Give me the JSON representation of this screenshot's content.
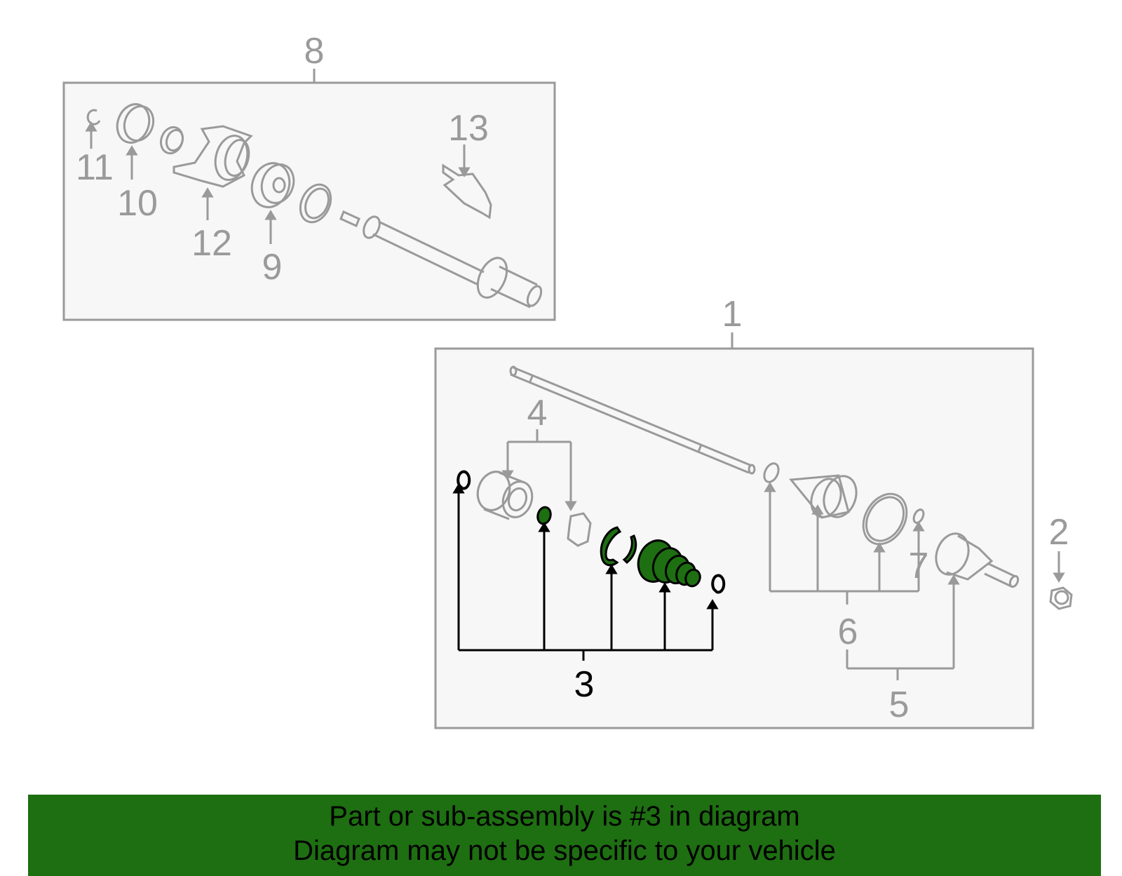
{
  "labels": {
    "l1": "1",
    "l2": "2",
    "l3": "3",
    "l4": "4",
    "l5": "5",
    "l6": "6",
    "l7": "7",
    "l8": "8",
    "l9": "9",
    "l10": "10",
    "l11": "11",
    "l12": "12",
    "l13": "13"
  },
  "banner": {
    "line1": "Part or sub-assembly is #3 in diagram",
    "line2": "Diagram may not be specific to your vehicle"
  },
  "colors": {
    "line_gray": "#9a9a9a",
    "highlight_green": "#1e6e12",
    "box_fill": "#f7f7f7"
  }
}
